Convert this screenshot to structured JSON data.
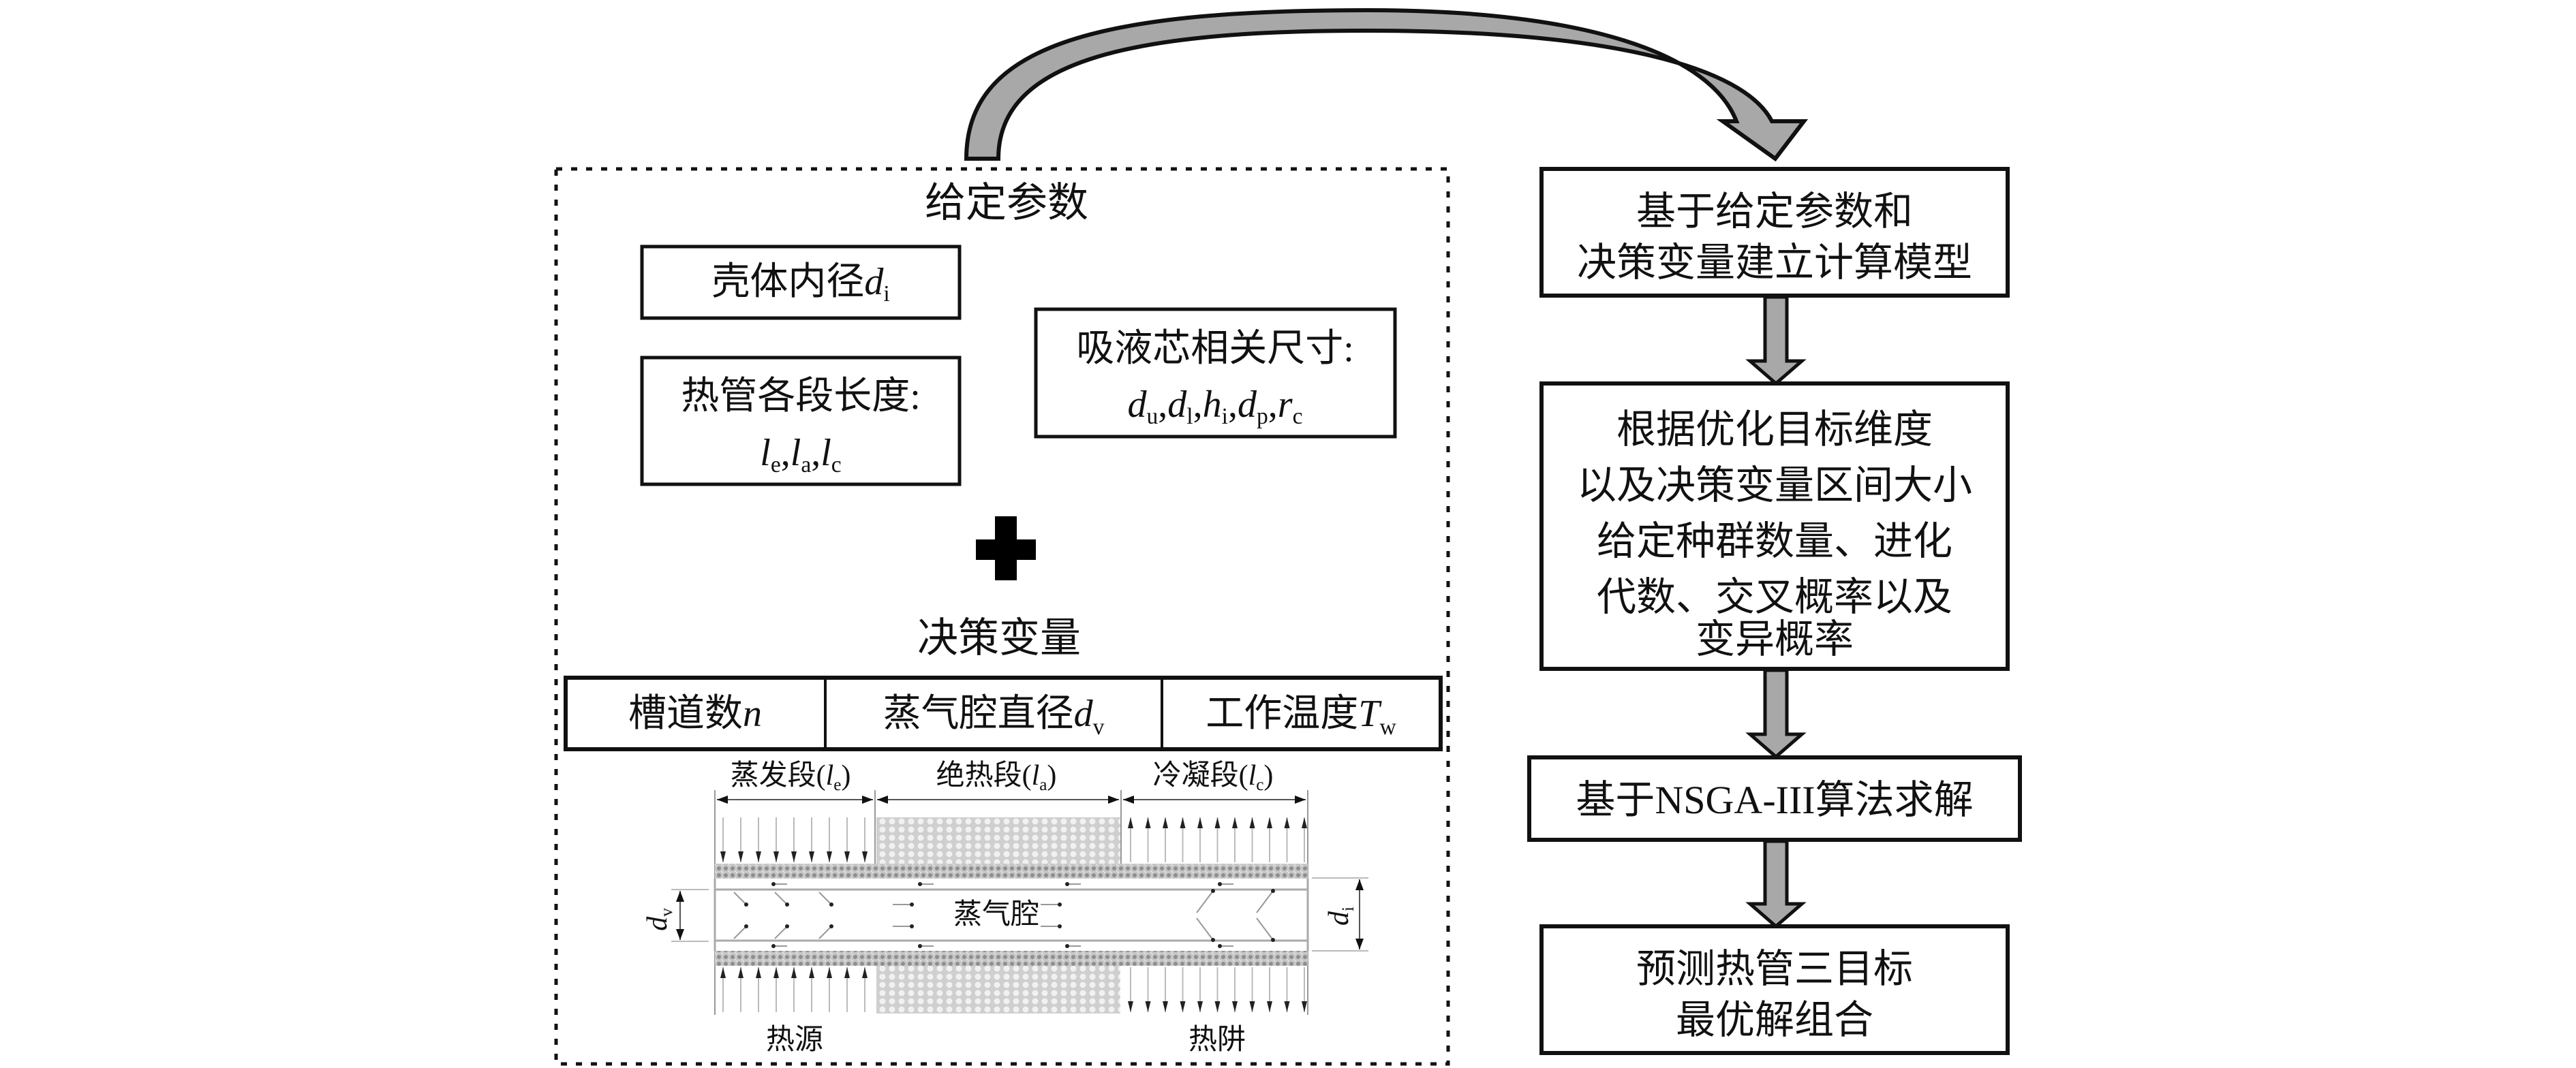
{
  "colors": {
    "arrow_fill": "#a8a8a8",
    "stroke": "#111111",
    "wick": "#b9b9b9",
    "adiabatic": "#d8d8d8",
    "guide": "#bdbdbd"
  },
  "given_params": {
    "title": "给定参数",
    "shell_inner_diameter": {
      "label": "壳体内径",
      "symbol": "d",
      "sub": "i"
    },
    "section_lengths": {
      "label": "热管各段长度:",
      "symbols": [
        {
          "symbol": "l",
          "sub": "e",
          "sep": ","
        },
        {
          "symbol": "l",
          "sub": "a",
          "sep": ","
        },
        {
          "symbol": "l",
          "sub": "c",
          "sep": ""
        }
      ]
    },
    "wick_dimensions": {
      "label": "吸液芯相关尺寸:",
      "symbols": [
        {
          "symbol": "d",
          "sub": "u",
          "sep": ","
        },
        {
          "symbol": "d",
          "sub": "l",
          "sep": ","
        },
        {
          "symbol": "h",
          "sub": "i",
          "sep": ","
        },
        {
          "symbol": "d",
          "sub": "p",
          "sep": ","
        },
        {
          "symbol": "r",
          "sub": "c",
          "sep": ""
        }
      ]
    }
  },
  "plus_symbol": "+",
  "decision_vars": {
    "title": "决策变量",
    "cells": [
      {
        "label": "槽道数",
        "symbol": "n",
        "sub": ""
      },
      {
        "label": "蒸气腔直径",
        "symbol": "d",
        "sub": "v"
      },
      {
        "label": "工作温度",
        "symbol": "T",
        "sub": "w"
      }
    ]
  },
  "heat_pipe": {
    "sections": [
      {
        "label": "蒸发段(",
        "symbol": "l",
        "sub": "e",
        "close": ")"
      },
      {
        "label": "绝热段(",
        "symbol": "l",
        "sub": "a",
        "close": ")"
      },
      {
        "label": "冷凝段(",
        "symbol": "l",
        "sub": "c",
        "close": ")"
      }
    ],
    "vapor_chamber": "蒸气腔",
    "heat_source": "热源",
    "heat_sink": "热阱",
    "dim_left": {
      "symbol": "d",
      "sub": "v"
    },
    "dim_right": {
      "symbol": "d",
      "sub": "i"
    }
  },
  "flowchart": {
    "steps": [
      {
        "lines": [
          "基于给定参数和",
          "决策变量建立计算模型"
        ]
      },
      {
        "lines": [
          "根据优化目标维度",
          "以及决策变量区间大小",
          "给定种群数量、进化",
          "代数、交叉概率以及",
          "变异概率"
        ]
      },
      {
        "lines": [
          "基于NSGA-III算法求解"
        ]
      },
      {
        "lines": [
          "预测热管三目标",
          "最优解组合"
        ]
      }
    ]
  }
}
